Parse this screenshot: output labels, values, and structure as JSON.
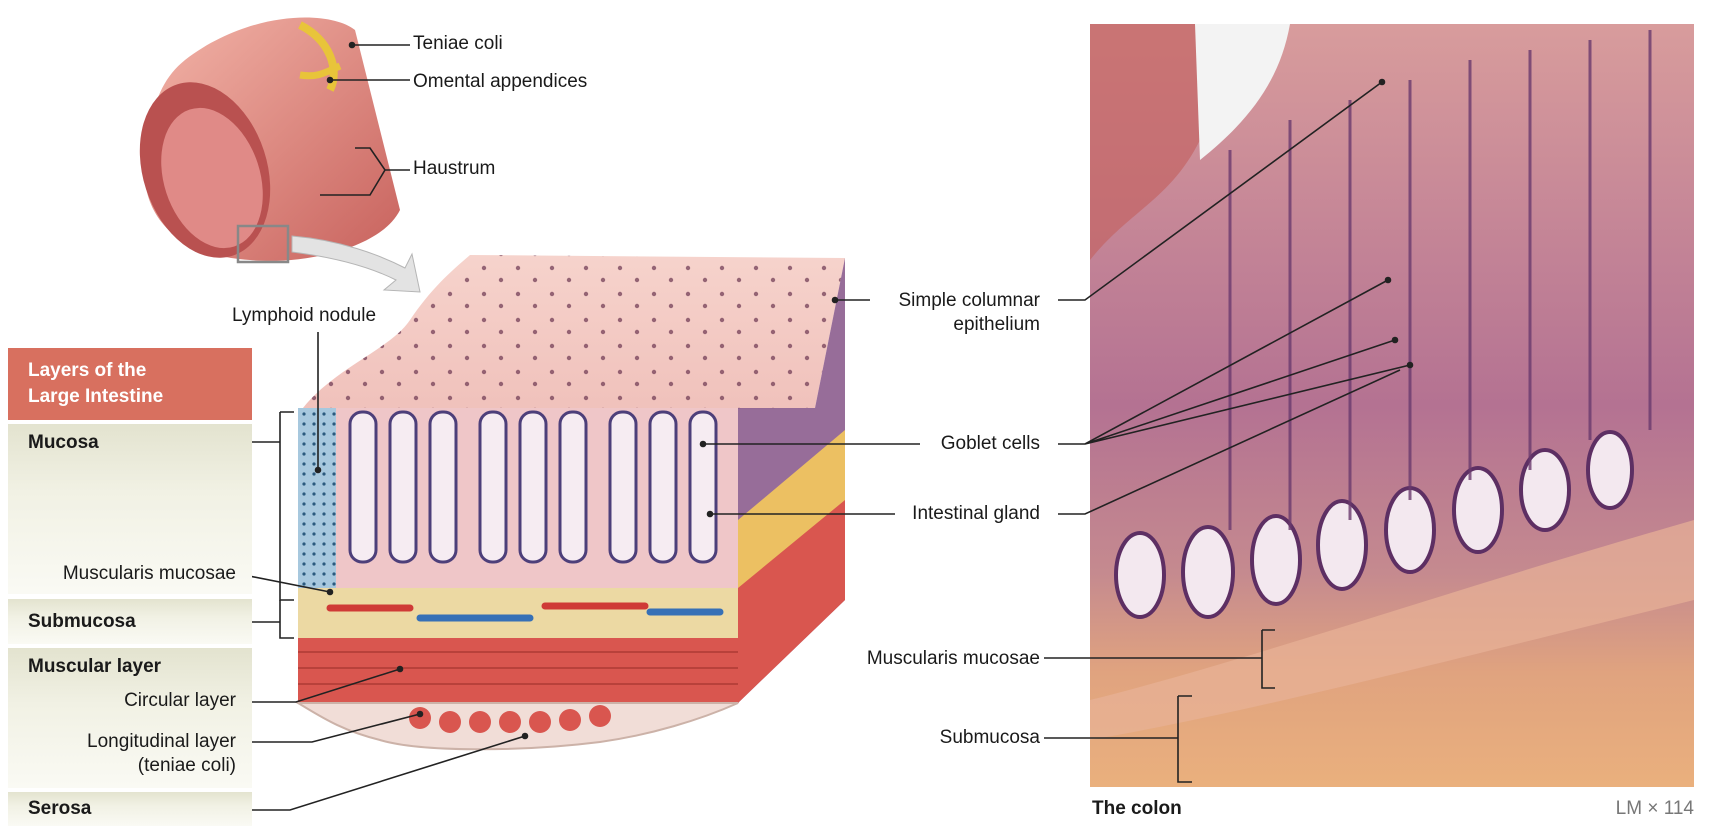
{
  "colon_labels": {
    "teniae_coli": "Teniae coli",
    "omental_appendices": "Omental appendices",
    "haustrum": "Haustrum"
  },
  "diagram_labels": {
    "lymphoid_nodule": "Lymphoid nodule",
    "simple_columnar_1": "Simple columnar",
    "simple_columnar_2": "epithelium",
    "goblet_cells": "Goblet cells",
    "intestinal_gland": "Intestinal gland",
    "muscularis_mucosae": "Muscularis mucosae",
    "circular_layer": "Circular layer",
    "longitudinal_layer_1": "Longitudinal layer",
    "longitudinal_layer_2": "(teniae coli)"
  },
  "layers_panel": {
    "title_line1": "Layers of the",
    "title_line2": "Large Intestine",
    "mucosa": "Mucosa",
    "submucosa": "Submucosa",
    "muscular_layer": "Muscular layer",
    "serosa": "Serosa"
  },
  "micrograph": {
    "caption": "The colon",
    "magnification": "LM × 114",
    "muscularis_mucosae": "Muscularis mucosae",
    "submucosa": "Submucosa"
  },
  "colors": {
    "header_red": "#d8705f",
    "colon_pink": "#dd8a86",
    "mucosa_purple": "#8c5d8e",
    "submucosa_yellow": "#ecd9a3",
    "muscle_red": "#d9564f",
    "histology_pink": "#c88a8a"
  }
}
